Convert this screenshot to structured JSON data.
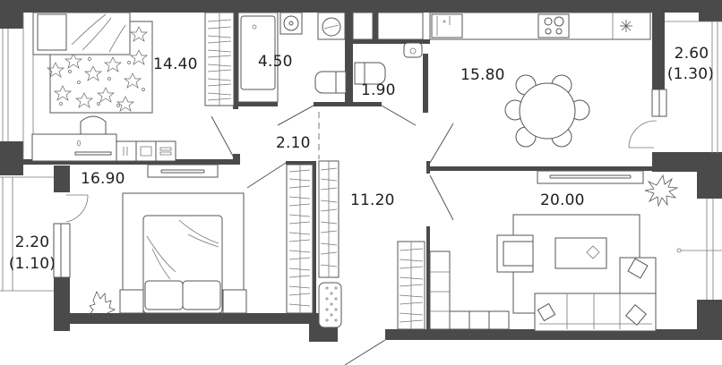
{
  "plan": {
    "type": "apartment-floor-plan",
    "colors": {
      "wall": "#4a4a4a",
      "line": "#555555",
      "background": "#ffffff",
      "text": "#1e1e1e"
    },
    "rooms": [
      {
        "id": "bedroom-kids",
        "area": "14.40"
      },
      {
        "id": "bathroom",
        "area": "4.50"
      },
      {
        "id": "toilet",
        "area": "1.90"
      },
      {
        "id": "kitchen",
        "area": "15.80"
      },
      {
        "id": "balcony-right",
        "area": "2.60",
        "sub": "(1.30)"
      },
      {
        "id": "corridor",
        "area": "2.10"
      },
      {
        "id": "bedroom-master",
        "area": "16.90"
      },
      {
        "id": "hall",
        "area": "11.20"
      },
      {
        "id": "living-room",
        "area": "20.00"
      },
      {
        "id": "balcony-left",
        "area": "2.20",
        "sub": "(1.10)"
      }
    ]
  }
}
